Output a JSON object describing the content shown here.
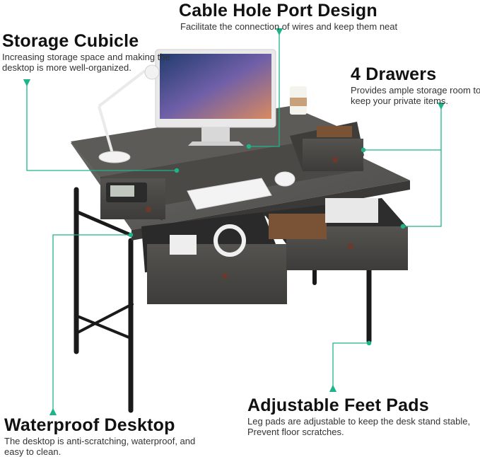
{
  "callouts": {
    "cable_hole": {
      "title": "Cable Hole Port Design",
      "description": "Facilitate the connection of wires and keep them neat"
    },
    "storage_cubicle": {
      "title": "Storage Cubicle",
      "description": "Increasing storage space and making the desktop is more well-organized."
    },
    "drawers": {
      "title": "4 Drawers",
      "description": "Provides ample storage room to keep your private items."
    },
    "feet_pads": {
      "title": "Adjustable Feet Pads",
      "description": "Leg pads are adjustable to keep the desk stand stable, Prevent floor scratches."
    },
    "waterproof": {
      "title": "Waterproof Desktop",
      "description": "The desktop is anti-scratching, waterproof, and easy to clean."
    }
  },
  "colors": {
    "pointer": "#1fb38a",
    "wood_top": "#5a5a58",
    "wood_front": "#474644",
    "frame": "#1a1a1a"
  }
}
